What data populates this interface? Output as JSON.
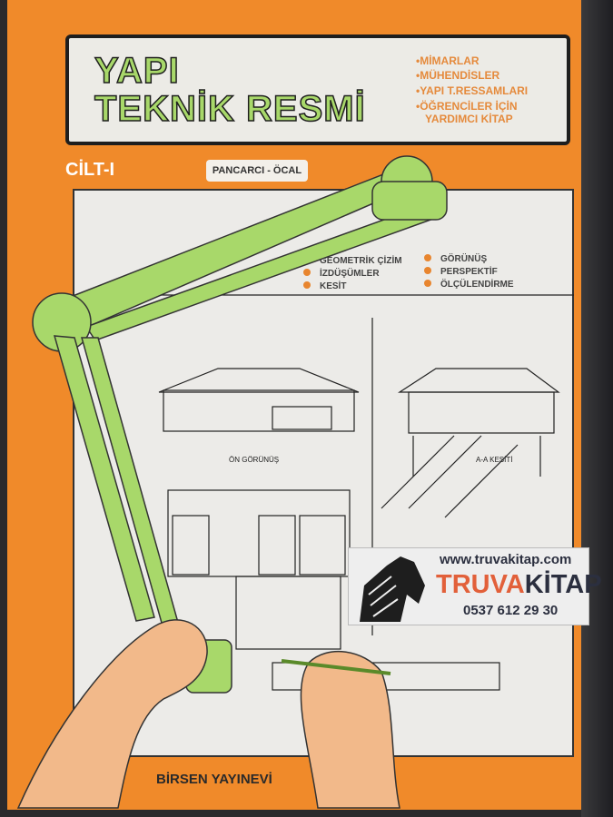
{
  "title": {
    "line1": "YAPI",
    "line2": "TEKNİK RESMİ"
  },
  "audience": [
    "•MİMARLAR",
    "•MÜHENDİSLER",
    "•YAPI T.RESSAMLARI",
    "•ÖĞRENCİLER İÇİN",
    "YARDIMCI KİTAP"
  ],
  "volume": "CİLT-I",
  "authors": "PANCARCI - ÖCAL",
  "topics_left": [
    "GEOMETRİK ÇİZİM",
    "İZDÜŞÜMLER",
    "KESİT"
  ],
  "topics_right": [
    "GÖRÜNÜŞ",
    "PERSPEKTİF",
    "ÖLÇÜLENDİRME"
  ],
  "drawing_labels": {
    "front": "ÖN GÖRÜNÜŞ",
    "section": "A-A KESİTİ"
  },
  "sticker": {
    "url": "www.truvakitap.com",
    "brand_a": "TRUVA",
    "brand_b": "KİTAP",
    "phone": "0537 612 29 30"
  },
  "publisher": "BİRSEN YAYINEVİ",
  "colors": {
    "cover": "#f08a2a",
    "lamp": "#a8d86a",
    "accent": "#e8852e"
  }
}
